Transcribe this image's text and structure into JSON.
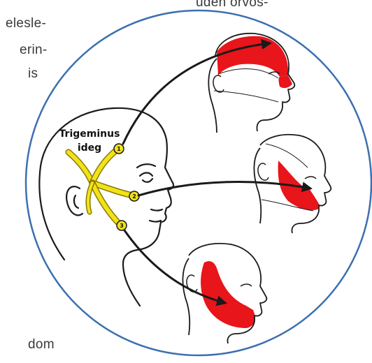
{
  "background_text": {
    "line1": "uden orvos-",
    "line2": "elesle-",
    "line3": "erin-",
    "line4": "is",
    "line5": "dom"
  },
  "diagram": {
    "label_line1": "Trigeminus",
    "label_line2": "ideg",
    "branches": [
      "1",
      "2",
      "3"
    ],
    "colors": {
      "circle_border": "#3d6fb0",
      "nerve": "#f2e21a",
      "nerve_outline": "#8a7a00",
      "territory": "#e8151b",
      "arrow": "#1a1a1a",
      "outline": "#1a1a1a"
    }
  }
}
